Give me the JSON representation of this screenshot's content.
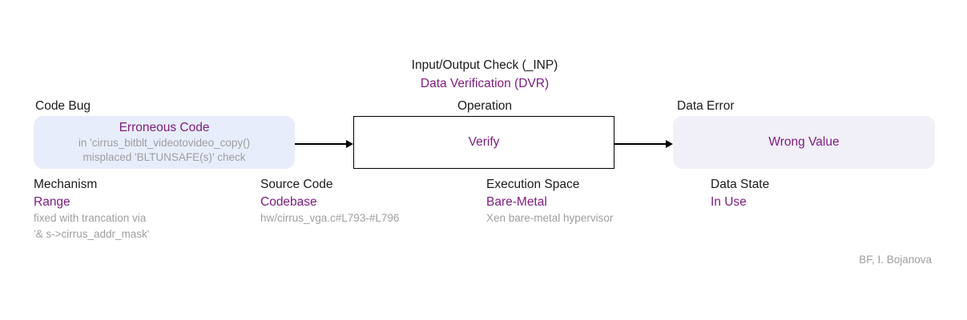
{
  "colors": {
    "accent_purple": "#7d1d80",
    "detail_gray": "#9e9e9e",
    "text_black": "#1a1a1a",
    "code_bug_box_bg": "#e8edfb",
    "data_error_box_bg": "#f1eff8",
    "operation_box_border": "#000000"
  },
  "title": {
    "line1": "Input/Output Check (_INP)",
    "line2": "Data Verification (DVR)"
  },
  "flow": {
    "code_bug": {
      "label": "Code Bug",
      "title": "Erroneous Code",
      "detail1": "in 'cirrus_bitblt_videotovideo_copy()",
      "detail2": "misplaced 'BLTUNSAFE(s)' check"
    },
    "operation": {
      "label": "Operation",
      "title": "Verify"
    },
    "data_error": {
      "label": "Data Error",
      "title": "Wrong Value"
    }
  },
  "annotations": {
    "mechanism": {
      "label": "Mechanism",
      "value": "Range",
      "detail1": "fixed with trancation via",
      "detail2": "'& s->cirrus_addr_mask'"
    },
    "source_code": {
      "label": "Source Code",
      "value": "Codebase",
      "detail1": "hw/cirrus_vga.c#L793-#L796"
    },
    "execution_space": {
      "label": "Execution Space",
      "value": "Bare-Metal",
      "detail1": "Xen bare-metal hypervisor"
    },
    "data_state": {
      "label": "Data State",
      "value": "In Use"
    }
  },
  "attribution": "BF, I. Bojanova"
}
